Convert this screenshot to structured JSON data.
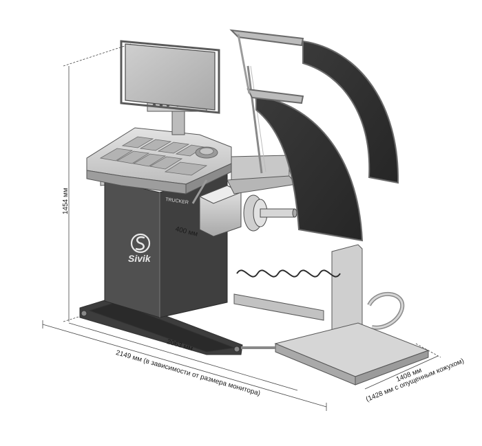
{
  "dimensions": {
    "height": "1454 мм",
    "shaft_length": "400 мм",
    "width_base": "2063 мм",
    "width_total": "2149 мм (в зависимости от размера монитора)",
    "depth": "1408 мм",
    "depth_note": "(1428 мм с опущенным кожухом)"
  },
  "branding": {
    "model_badge": "TRUCKER",
    "brand_name": "Sivik"
  },
  "colors": {
    "cabinet": "#4a4a4a",
    "metal_light": "#d9d9d9",
    "metal_mid": "#b8b8b8",
    "hood_inner": "#2e2e2e",
    "outline": "#3a3a3a"
  }
}
